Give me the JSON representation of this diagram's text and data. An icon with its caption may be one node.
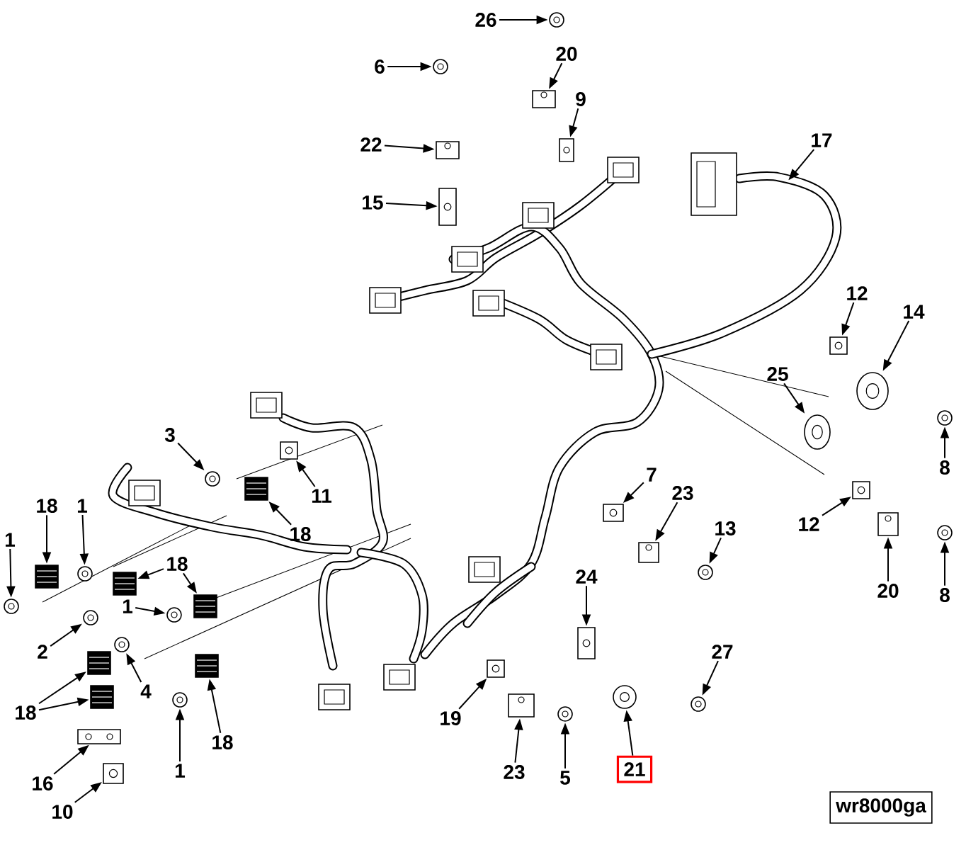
{
  "diagram": {
    "nodes": [
      {
        "text": [
          "26"
        ]
      },
      {
        "text": [
          "20"
        ]
      },
      {
        "text": [
          "6"
        ]
      },
      {
        "text": [
          "9"
        ]
      },
      {
        "text": [
          "22"
        ]
      },
      {
        "text": [
          "17"
        ]
      },
      {
        "text": [
          "15"
        ]
      },
      {
        "text": [
          "12"
        ]
      },
      {
        "text": [
          "14"
        ]
      },
      {
        "text": [
          "25"
        ]
      },
      {
        "text": [
          "3"
        ]
      },
      {
        "text": [
          "8"
        ]
      },
      {
        "text": [
          "11"
        ]
      },
      {
        "text": [
          "7"
        ]
      },
      {
        "text": [
          "23"
        ]
      },
      {
        "text": [
          "18"
        ]
      },
      {
        "text": [
          "1"
        ]
      },
      {
        "text": [
          "18"
        ]
      },
      {
        "text": [
          "12"
        ]
      },
      {
        "text": [
          "13"
        ]
      },
      {
        "text": [
          "1"
        ]
      },
      {
        "text": [
          "18"
        ]
      },
      {
        "text": [
          "24"
        ]
      },
      {
        "text": [
          "20"
        ]
      },
      {
        "text": [
          "8"
        ]
      },
      {
        "text": [
          "1"
        ]
      },
      {
        "text": [
          "2"
        ]
      },
      {
        "text": [
          "27"
        ]
      },
      {
        "text": [
          "4"
        ]
      },
      {
        "text": [
          "18"
        ]
      },
      {
        "text": [
          "18"
        ]
      },
      {
        "text": [
          "19"
        ]
      },
      {
        "text": [
          "1"
        ]
      },
      {
        "text": [
          "16"
        ]
      },
      {
        "text": [
          "23"
        ]
      },
      {
        "text": [
          "5"
        ]
      },
      {
        "text": [
          "21"
        ]
      },
      {
        "text": [
          "10"
        ]
      },
      {
        "text": [
          "wr8000ga"
        ]
      },
      {
        "text": [],
        "shape": "circle"
      },
      {
        "text": [],
        "shape": "box"
      },
      {
        "text": [],
        "shape": "circle"
      },
      {
        "text": [],
        "shape": "cylinder"
      },
      {
        "text": [],
        "shape": "box"
      },
      {
        "text": [],
        "shape": "cylinder"
      },
      {
        "text": [],
        "shape": "cylinder"
      },
      {
        "text": [],
        "shape": "circle"
      },
      {
        "text": [],
        "shape": "circle"
      },
      {
        "text": [],
        "shape": "circle"
      },
      {
        "text": [],
        "shape": "circle"
      },
      {
        "text": [],
        "shape": "cylinder"
      },
      {
        "text": [],
        "shape": "cylinder"
      },
      {
        "text": [],
        "shape": "box"
      },
      {
        "text": [],
        "shape": "box"
      },
      {
        "text": [],
        "shape": "circle"
      },
      {
        "text": [],
        "shape": "box"
      },
      {
        "text": [],
        "shape": "cylinder"
      },
      {
        "text": [],
        "shape": "circle"
      },
      {
        "text": [],
        "shape": "circle"
      },
      {
        "text": [],
        "shape": "box"
      },
      {
        "text": [],
        "shape": "box"
      },
      {
        "text": [],
        "shape": "cylinder"
      },
      {
        "text": [],
        "shape": "box"
      },
      {
        "text": [],
        "shape": "circle"
      },
      {
        "text": [],
        "shape": "circle"
      },
      {
        "text": [],
        "shape": "circle"
      },
      {
        "text": [],
        "shape": "circle"
      },
      {
        "text": [],
        "shape": "circle"
      },
      {
        "text": [],
        "shape": "box"
      },
      {
        "text": [],
        "shape": "box"
      },
      {
        "text": [],
        "shape": "box"
      },
      {
        "text": [],
        "shape": "cylinder"
      },
      {
        "text": [],
        "shape": "circle"
      },
      {
        "text": [],
        "shape": "bar"
      },
      {
        "text": [],
        "shape": "box"
      },
      {
        "text": [],
        "shape": "circle"
      },
      {
        "text": [],
        "shape": "circle"
      },
      {
        "text": [],
        "shape": "cylinder"
      }
    ],
    "edges": [
      {
        "from": 0,
        "to": 39,
        "arrow": "to"
      },
      {
        "from": 1,
        "to": 40,
        "arrow": "to"
      },
      {
        "from": 2,
        "to": 41,
        "arrow": "to"
      },
      {
        "from": 3,
        "to": 42,
        "arrow": "to"
      },
      {
        "from": 4,
        "to": 43,
        "arrow": "to"
      },
      {
        "from": 5,
        "to": null,
        "arrow": "to"
      },
      {
        "from": 6,
        "to": 44,
        "arrow": "to"
      },
      {
        "from": 7,
        "to": 45,
        "arrow": "to"
      },
      {
        "from": 8,
        "to": 46,
        "arrow": "to"
      },
      {
        "from": 9,
        "to": 47,
        "arrow": "to"
      },
      {
        "from": 10,
        "to": 48,
        "arrow": "to"
      },
      {
        "from": 11,
        "to": 49,
        "arrow": "to"
      },
      {
        "from": 12,
        "to": 50,
        "arrow": "to"
      },
      {
        "from": 13,
        "to": 51,
        "arrow": "to"
      },
      {
        "from": 14,
        "to": 52,
        "arrow": "to"
      },
      {
        "from": 15,
        "to": 53,
        "arrow": "to"
      },
      {
        "from": 16,
        "to": 54,
        "arrow": "to"
      },
      {
        "from": 17,
        "to": 55,
        "arrow": "to"
      },
      {
        "from": 18,
        "to": 56,
        "arrow": "to"
      },
      {
        "from": 19,
        "to": 57,
        "arrow": "to"
      },
      {
        "from": 20,
        "to": 58,
        "arrow": "to"
      },
      {
        "from": 21,
        "to": 59,
        "arrow": "to"
      },
      {
        "from": 21,
        "to": 60,
        "arrow": "to"
      },
      {
        "from": 22,
        "to": 61,
        "arrow": "to"
      },
      {
        "from": 23,
        "to": 62,
        "arrow": "to"
      },
      {
        "from": 24,
        "to": 63,
        "arrow": "to"
      },
      {
        "from": 25,
        "to": 64,
        "arrow": "to"
      },
      {
        "from": 26,
        "to": 65,
        "arrow": "to"
      },
      {
        "from": 27,
        "to": 66,
        "arrow": "to"
      },
      {
        "from": 28,
        "to": 67,
        "arrow": "to"
      },
      {
        "from": 29,
        "to": 68,
        "arrow": "to"
      },
      {
        "from": 29,
        "to": 69,
        "arrow": "to"
      },
      {
        "from": 30,
        "to": 70,
        "arrow": "to"
      },
      {
        "from": 31,
        "to": 71,
        "arrow": "to"
      },
      {
        "from": 32,
        "to": 72,
        "arrow": "to"
      },
      {
        "from": 33,
        "to": 73,
        "arrow": "to"
      },
      {
        "from": 34,
        "to": 74,
        "arrow": "to"
      },
      {
        "from": 35,
        "to": 75,
        "arrow": "to"
      },
      {
        "from": 36,
        "to": 76,
        "arrow": "to"
      },
      {
        "from": 37,
        "to": 77,
        "arrow": "to"
      }
    ]
  }
}
